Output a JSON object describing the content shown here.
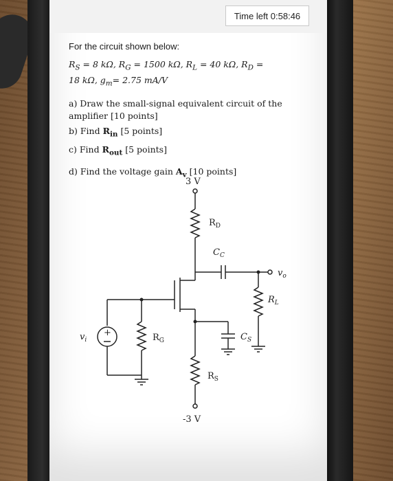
{
  "timer": {
    "label": "Time left 0:58:46"
  },
  "question": {
    "intro": "For the circuit shown below:",
    "params": {
      "line1": "R",
      "rs_sub": "S",
      "rs_val": " = 8 kΩ, R",
      "rg_sub": "G",
      "rg_val": " = 1500 kΩ, R",
      "rl_sub": "L",
      "rl_val": " = 40 kΩ, R",
      "rd_sub": "D",
      "rd_val": " =",
      "line2a": "18 kΩ, g",
      "gm_sub": "m",
      "line2b": "= 2.75 mA/V"
    },
    "part_a": "a) Draw the small-signal equivalent circuit of the amplifier [10 points]",
    "part_b_pre": "b) Find ",
    "part_b_sym": "R",
    "part_b_sub": "in",
    "part_b_post": " [5 points]",
    "part_c_pre": "c) Find ",
    "part_c_sym": "R",
    "part_c_sub": "out",
    "part_c_post": " [5 points]",
    "part_d_pre": "d) Find the voltage gain ",
    "part_d_sym": "A",
    "part_d_sub": "v",
    "part_d_post": " [10 points]"
  },
  "circuit": {
    "supply_top": "3 V",
    "supply_bottom": "-3 V",
    "rd": "R",
    "rd_sub": "D",
    "cc": "C",
    "cc_sub": "C",
    "vo": "v",
    "vo_sub": "o",
    "rl": "R",
    "rl_sub": "L",
    "vi": "v",
    "vi_sub": "i",
    "rg": "R",
    "rg_sub": "G",
    "cs": "C",
    "cs_sub": "S",
    "rs": "R",
    "rs_sub": "S"
  }
}
